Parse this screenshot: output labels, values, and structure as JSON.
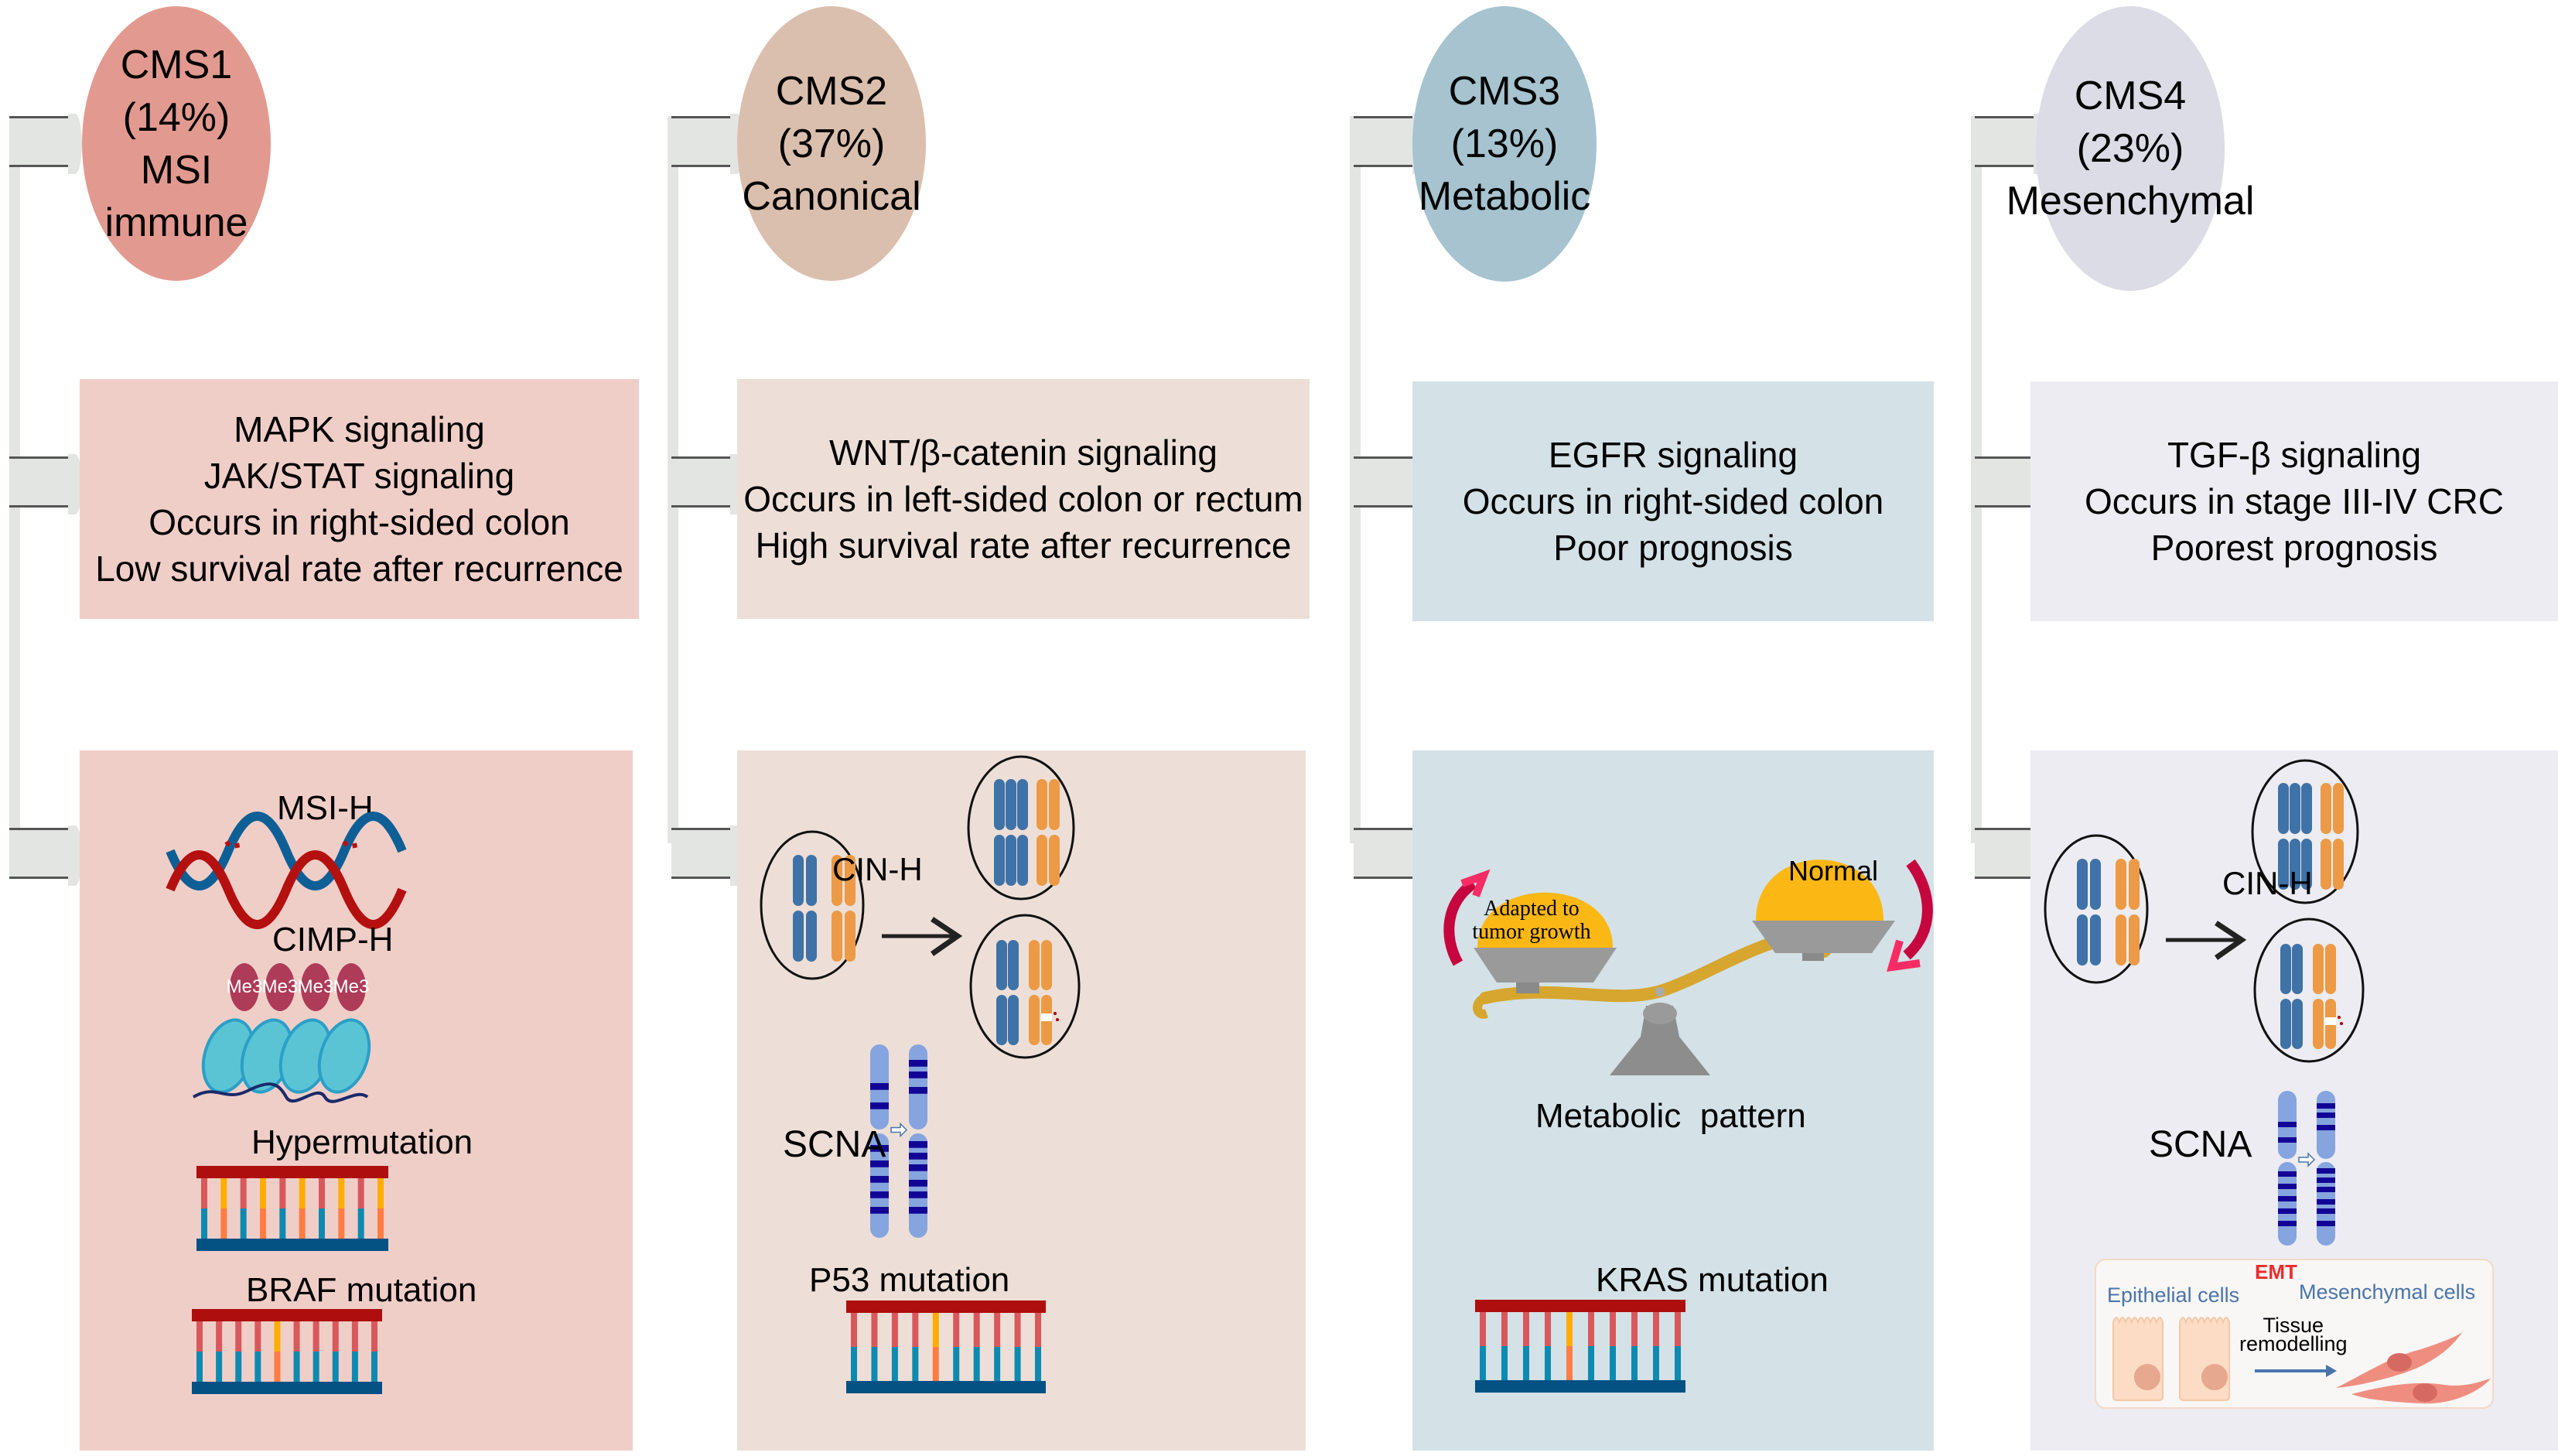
{
  "columns": [
    {
      "id": "cms1",
      "title": "CMS1 (14%)",
      "subtitle": "MSI immune",
      "color": "#e29a90",
      "panel_color": "#f0cec8",
      "features": [
        "MAPK signaling",
        "JAK/STAT signaling",
        "Occurs in right-sided colon",
        "Low survival rate after recurrence"
      ],
      "illustration": {
        "labels": [
          "MSI-H",
          "CIMP-H",
          "Hypermutation",
          "BRAF mutation"
        ],
        "methyl_marks": [
          "Me3",
          "Me3",
          "Me3",
          "Me3"
        ]
      }
    },
    {
      "id": "cms2",
      "title": "CMS2 (37%)",
      "subtitle": "Canonical",
      "color": "#dbbfae",
      "panel_color": "#eddfd7",
      "features": [
        "WNT/β-catenin signaling",
        "Occurs in left-sided colon or rectum",
        "High survival rate after recurrence"
      ],
      "illustration": {
        "labels": [
          "CIN-H",
          "SCNA",
          "P53 mutation"
        ]
      }
    },
    {
      "id": "cms3",
      "title": "CMS3 (13%)",
      "subtitle": "Metabolic",
      "color": "#a6c3cf",
      "panel_color": "#d4e1e7",
      "features": [
        "EGFR signaling",
        "Occurs in right-sided colon",
        "Poor prognosis"
      ],
      "illustration": {
        "labels": [
          "Metabolic  pattern",
          "KRAS mutation"
        ],
        "scale_left": "Adapted to tumor growth",
        "scale_left_lines": [
          "Adapted to",
          "tumor growth"
        ],
        "scale_right": "Normal"
      }
    },
    {
      "id": "cms4",
      "title": "CMS4 (23%)",
      "subtitle": "Mesenchymal",
      "color": "#dcdce6",
      "panel_color": "#ececf2",
      "features": [
        "TGF-β signaling",
        "Occurs in stage III-IV CRC",
        "Poorest prognosis"
      ],
      "illustration": {
        "labels": [
          "CIN-H",
          "SCNA"
        ],
        "emt": {
          "title": "EMT",
          "left": "Epithelial cells",
          "right": "Mesenchymal cells",
          "arrow_label_lines": [
            "Tissue",
            "remodelling"
          ]
        }
      }
    }
  ],
  "colors": {
    "connector": "#e3e5e3",
    "strand_top": "#ae0e0e",
    "strand_bottom": "#045184",
    "rung_top": "#d9585c",
    "rung_bottom": "#0e8ab0",
    "mut_top": "#ffad00",
    "mut_bottom": "#ff7d45",
    "chrom_blue": "#3f72a6",
    "chrom_orange": "#ec9a46",
    "scna_light": "#86a4de",
    "scna_dark": "#120596",
    "emt_red": "#ee2a2a",
    "emt_blue": "#4a75aa"
  }
}
